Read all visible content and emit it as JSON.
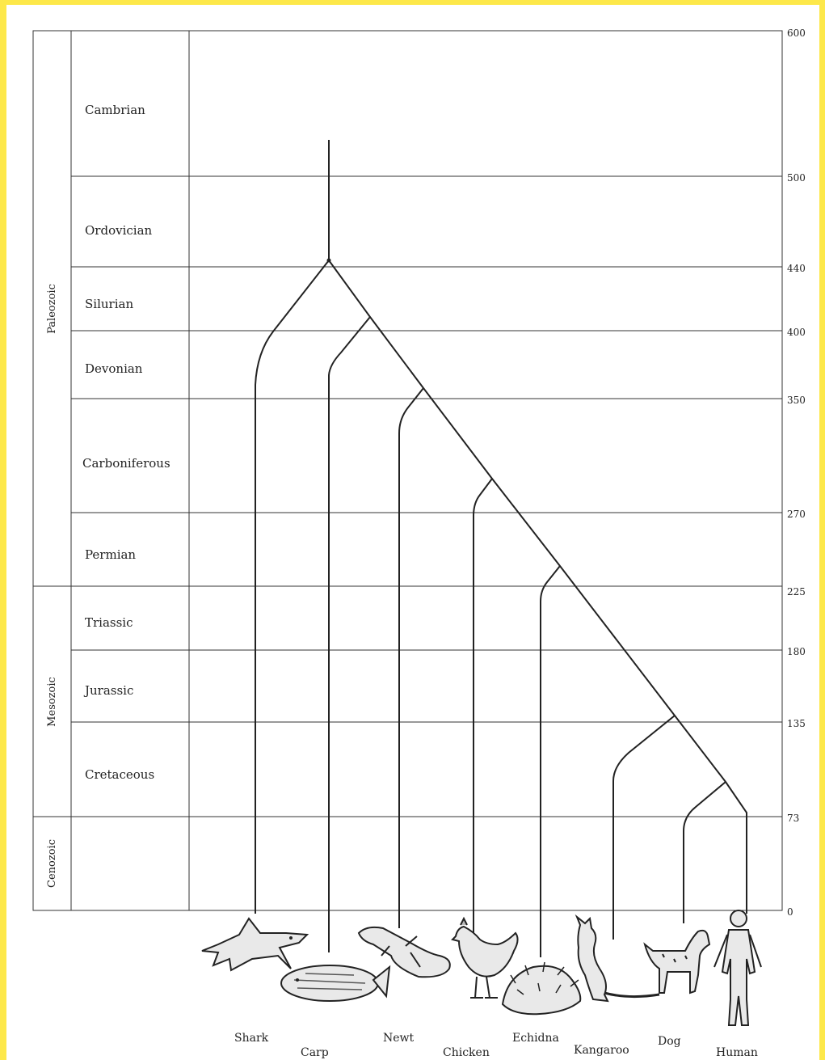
{
  "eras": [
    {
      "key": "paleozoic",
      "label": "Paleozoic"
    },
    {
      "key": "mesozoic",
      "label": "Mesozoic"
    },
    {
      "key": "cenozoic",
      "label": "Cenozoic"
    }
  ],
  "periods": [
    {
      "key": "cambrian",
      "label": "Cambrian"
    },
    {
      "key": "ordovician",
      "label": "Ordovician"
    },
    {
      "key": "silurian",
      "label": "Silurian"
    },
    {
      "key": "devonian",
      "label": "Devonian"
    },
    {
      "key": "carboniferous",
      "label": "Carboniferous"
    },
    {
      "key": "permian",
      "label": "Permian"
    },
    {
      "key": "triassic",
      "label": "Triassic"
    },
    {
      "key": "jurassic",
      "label": "Jurassic"
    },
    {
      "key": "cretaceous",
      "label": "Cretaceous"
    }
  ],
  "time_scale": [
    "600",
    "500",
    "440",
    "400",
    "350",
    "270",
    "225",
    "180",
    "135",
    "73",
    "0"
  ],
  "species": [
    "Shark",
    "Carp",
    "Newt",
    "Chicken",
    "Echidna",
    "Kangaroo",
    "Dog",
    "Human"
  ],
  "divergences_mya": {
    "shark_carp": 440,
    "carp_newt": 420,
    "newt_chicken": 365,
    "chicken_echidna": 290,
    "echidna_kangaroo": 240,
    "kangaroo_dog": 125,
    "dog_human": 92
  },
  "tree_root_mya": 520
}
